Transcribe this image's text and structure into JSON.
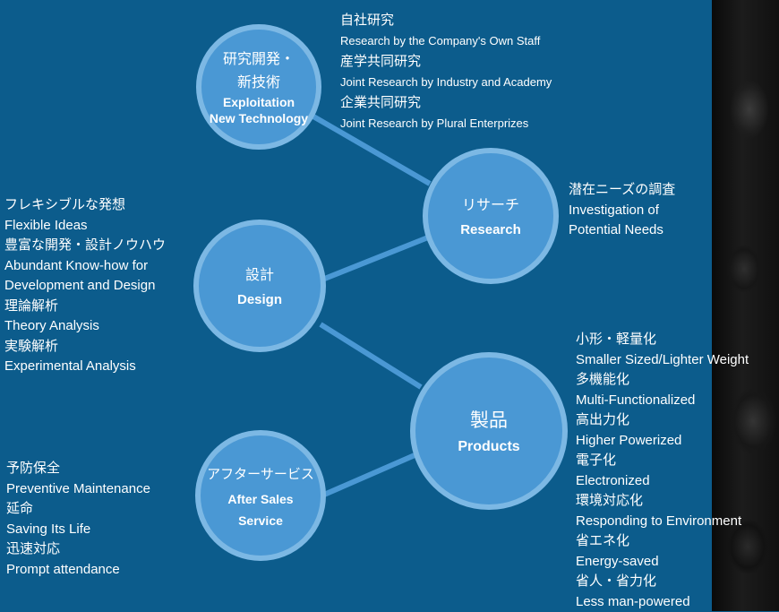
{
  "nodes": {
    "exploitation": {
      "jp_line1": "研究開発・",
      "jp_line2": "新技術",
      "en_line1": "Exploitation",
      "en_line2": "New Technology"
    },
    "research": {
      "jp": "リサーチ",
      "en": "Research"
    },
    "design": {
      "jp": "設計",
      "en": "Design"
    },
    "products": {
      "jp": "製品",
      "en": "Products"
    },
    "after_sales": {
      "jp": "アフターサービス",
      "en_line1": "After Sales",
      "en_line2": "Service"
    }
  },
  "exploitation_items": [
    "自社研究",
    "Research by the Company's Own Staff",
    "産学共同研究",
    "Joint Research by Industry and Academy",
    "企業共同研究",
    "Joint Research by Plural Enterprizes"
  ],
  "research_items": [
    "潜在ニーズの調査",
    "Investigation of",
    "Potential Needs"
  ],
  "design_items": [
    "フレキシブルな発想",
    "Flexible Ideas",
    "豊富な開発・設計ノウハウ",
    "Abundant Know-how for",
    "Development and Design",
    "理論解析",
    "Theory Analysis",
    "実験解析",
    "Experimental Analysis"
  ],
  "products_items": [
    "小形・軽量化",
    "Smaller Sized/Lighter Weight",
    "多機能化",
    "Multi-Functionalized",
    "高出力化",
    "Higher Powerized",
    "電子化",
    "Electronized",
    "環境対応化",
    "Responding to Environment",
    "省エネ化",
    "Energy-saved",
    "省人・省力化",
    "Less man-powered"
  ],
  "after_sales_items": [
    "予防保全",
    "Preventive Maintenance",
    "延命",
    "Saving Its Life",
    "迅速対応",
    "Prompt attendance"
  ],
  "colors": {
    "background": "#0c5c8c",
    "node_fill": "#4a98d4",
    "node_border": "#7cb8e4",
    "connector": "#4a98d4",
    "text": "#ffffff"
  }
}
